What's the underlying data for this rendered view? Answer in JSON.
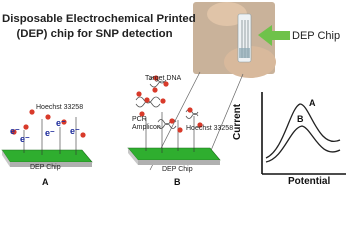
{
  "title": {
    "line1": "Disposable Electrochemical Printed",
    "line2": "(DEP) chip for SNP detection"
  },
  "photo_callout": "DEP Chip",
  "panel_a": {
    "chip_label": "DEP Chip",
    "panel_label": "A",
    "reagent_label": "Hoechst 33258",
    "electron_symbol": "e⁻"
  },
  "panel_b": {
    "chip_label": "DEP Chip",
    "panel_label": "B",
    "target_label": "Target DNA",
    "pcr_label_1": "PCR",
    "pcr_label_2": "Amplicon",
    "reagent_label": "Hoechst 33258"
  },
  "graph": {
    "y_label": "Current",
    "x_label": "Potential",
    "curve_a": "A",
    "curve_b": "B"
  },
  "colors": {
    "chip_green": "#2fae2f",
    "chip_gray": "#b0b0b0",
    "molecule_red": "#d83a2a",
    "electron_blue": "#1c2a9a",
    "arrow_green": "#6fc24a"
  }
}
